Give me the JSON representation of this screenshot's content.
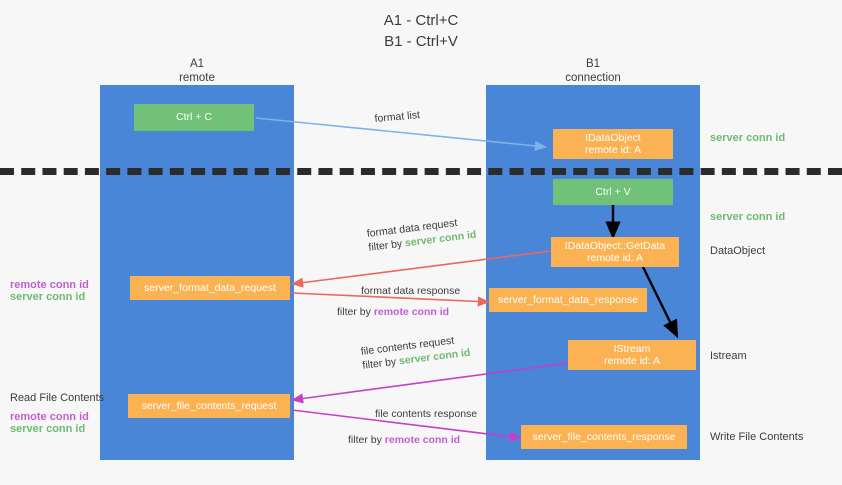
{
  "title": {
    "line1": "A1 - Ctrl+C",
    "line2": "B1 - Ctrl+V"
  },
  "lanes": [
    {
      "name": "A1",
      "subtitle": "remote"
    },
    {
      "name": "B1",
      "subtitle": "connection"
    }
  ],
  "boxes": {
    "ctrl_c": {
      "line1": "Ctrl + C",
      "color": "#72c178"
    },
    "idataobject": {
      "line1": "IDataObject",
      "line2": "remote id: A",
      "color": "#fbb253"
    },
    "ctrl_v": {
      "line1": "Ctrl + V",
      "color": "#72c178"
    },
    "getdata": {
      "line1": "IDataObject::GetData",
      "line2": "remote id: A",
      "color": "#fbb253"
    },
    "format_data_request": {
      "line1": "server_format_data_request",
      "color": "#fbb253"
    },
    "format_data_response": {
      "line1": "server_format_data_response",
      "color": "#fbb253"
    },
    "istream": {
      "line1": "IStream",
      "line2": "remote id: A",
      "color": "#fbb253"
    },
    "file_contents_request": {
      "line1": "server_file_contents_request",
      "color": "#fbb253"
    },
    "file_contents_response": {
      "line1": "server_file_contents_response",
      "color": "#fbb253"
    }
  },
  "side_labels": {
    "server_conn_top": "server conn id",
    "server_conn_mid": "server conn id",
    "dataobject": "DataObject",
    "istream": "Istream",
    "write_file_contents": "Write File Contents",
    "read_file_contents": "Read File Contents",
    "remote_conn_id": "remote conn id",
    "server_conn_id": "server conn id"
  },
  "annotations": {
    "format_list": "format list",
    "format_data_request": "format data request",
    "format_data_request_filter_prefix": "filter by ",
    "format_data_request_filter_value": "server conn id",
    "format_data_response": "format data response",
    "format_data_response_filter_prefix": "filter by ",
    "format_data_response_filter_value": "remote conn id",
    "file_contents_request": "file contents request",
    "file_contents_request_filter_prefix": "filter by ",
    "file_contents_request_filter_value": "server conn id",
    "file_contents_response": "file contents response",
    "file_contents_response_filter_prefix": "filter by ",
    "file_contents_response_filter_value": "remote conn id"
  },
  "colors": {
    "lane": "#4a86d8",
    "green_box": "#72c178",
    "orange_box": "#fbb253",
    "green_text": "#6fba72",
    "magenta_text": "#c05fd0",
    "arrow_blue": "#7fb2e5",
    "arrow_red": "#e8695e",
    "arrow_magenta": "#c640c6",
    "arrow_black": "#000000",
    "background": "#f7f7f7",
    "divider": "#2b2b2b"
  }
}
